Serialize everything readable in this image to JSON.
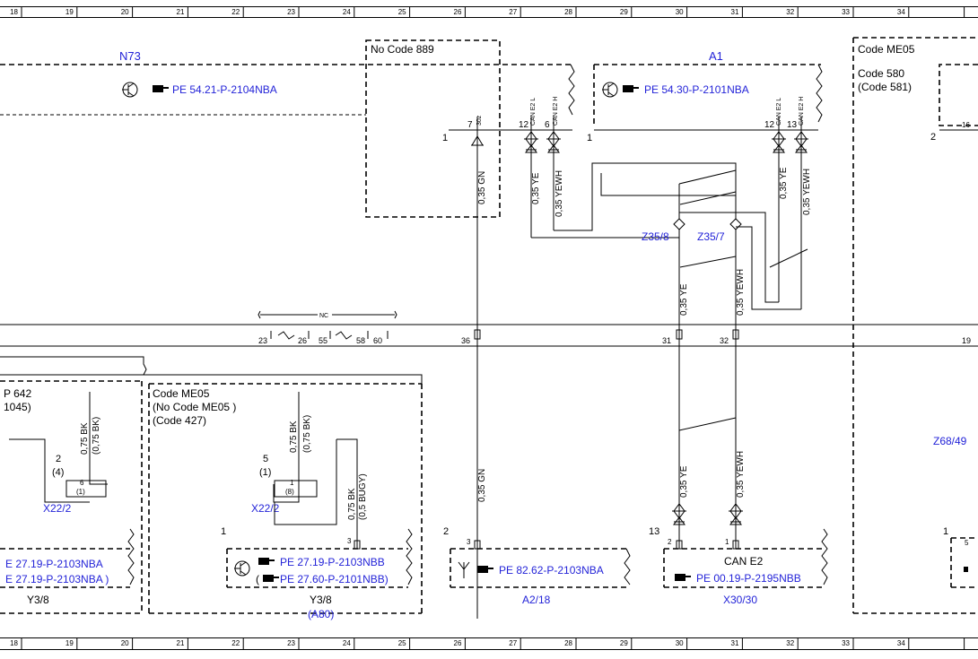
{
  "ruler": {
    "columns": [
      "18",
      "19",
      "20",
      "21",
      "22",
      "23",
      "24",
      "25",
      "26",
      "27",
      "28",
      "29",
      "30",
      "31",
      "32",
      "33",
      "34"
    ]
  },
  "upper": {
    "n73": {
      "label": "N73",
      "ref": "PE 54.21-P-2104NBA",
      "pin": "1"
    },
    "no_code_889": "No  Code 889",
    "a1": {
      "label": "A1",
      "ref": "PE 54.30-P-2101NBA",
      "pin": "1"
    },
    "code_me05": "Code ME05",
    "code_580": "Code 580",
    "code_581": "(Code 581)",
    "right_pins": [
      "2",
      "16"
    ],
    "n73_pins": [
      {
        "num": "7",
        "tag": "30z"
      },
      {
        "num": "12",
        "tag": "CAN E2 L"
      },
      {
        "num": "6",
        "tag": "CAN E2 H"
      }
    ],
    "a1_pins": [
      {
        "num": "12",
        "tag": "CAN E2 L"
      },
      {
        "num": "13",
        "tag": "CAN E2 H"
      }
    ],
    "wires": [
      {
        "id": "w-n73-30z",
        "label": "0,35 GN"
      },
      {
        "id": "w-n73-canl",
        "label": "0,35 YE"
      },
      {
        "id": "w-n73-canh",
        "label": "0,35 YEWH"
      },
      {
        "id": "w-a1-canl",
        "label": "0,35 YE"
      },
      {
        "id": "w-a1-canh",
        "label": "0,35 YEWH"
      }
    ],
    "splices": [
      {
        "id": "z35-8",
        "label": "Z35/8"
      },
      {
        "id": "z35-7",
        "label": "Z35/7"
      }
    ],
    "splice_wires": [
      {
        "id": "z35-8-out",
        "label": "0,35 YE"
      },
      {
        "id": "z35-7-out",
        "label": "0,35 YEWH"
      }
    ]
  },
  "connector_bar": {
    "nc_label": "NC",
    "pins": [
      "23",
      "26",
      "55",
      "58",
      "60",
      "36",
      "31",
      "32",
      "19"
    ]
  },
  "lower": {
    "left_block": {
      "code_line1": "P 642",
      "code_line2": "1045)",
      "pin": "2",
      "pin_alt": "(4)",
      "x22_pin": "6",
      "x22_pin_alt": "(1)",
      "x22": "X22/2",
      "ref1": "E 27.19-P-2103NBA",
      "ref2": "E 27.19-P-2103NBA )",
      "component": "Y3/8",
      "wire1": "0,75 BK",
      "wire2": "(0,75 BK)"
    },
    "center_block": {
      "code_line1": "Code ME05",
      "code_line2": "(No Code ME05  )",
      "code_line3": "(Code 427)",
      "pin": "5",
      "pin_alt": "(1)",
      "x22_pin": "1",
      "x22_pin_alt": "(8)",
      "x22": "X22/2",
      "wire1": "0,75 BK",
      "wire2": "(0,75 BK)",
      "wire3": "0,75 BK",
      "wire4": "(0,5 BUGY)",
      "connector_pin": "3",
      "corner_pin": "1",
      "ref1": "PE 27.19-P-2103NBB",
      "ref2": "PE 27.60-P-2101NBB)",
      "ref2_prefix": "(",
      "component": "Y3/8",
      "component_alt": "(A80)"
    },
    "a2_18": {
      "corner_pin": "2",
      "connector_pin": "3",
      "wire": "0,35 GN",
      "ref": "PE 82.62-P-2103NBA",
      "component": "A2/18"
    },
    "x30_30": {
      "corner_pin": "13",
      "pins": [
        "2",
        "1"
      ],
      "title": "CAN E2",
      "ref": "PE 00.19-P-2195NBB",
      "component": "X30/30",
      "wire_ye": "0,35 YE",
      "wire_yewh": "0,35 YEWH",
      "wire_ye_lower": "0,35 YE",
      "wire_yewh_lower": "0,35 YEWH"
    },
    "z68": {
      "label": "Z68/49",
      "corner_pin": "1",
      "pin": "5"
    }
  }
}
